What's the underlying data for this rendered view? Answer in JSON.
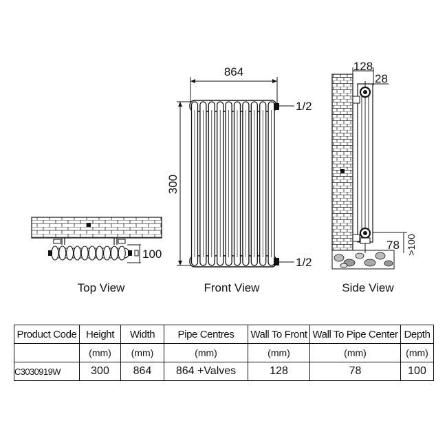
{
  "views": {
    "front": {
      "caption": "Front View",
      "width_label": "864",
      "height_label": "300",
      "top_valve_label": "1/2",
      "bottom_valve_label": "1/2"
    },
    "top": {
      "caption": "Top View",
      "depth_label": "100"
    },
    "side": {
      "caption": "Side View",
      "wall_to_front_label": "128",
      "offset_label": "28",
      "pipe_center_label": "78",
      "floor_clearance_label": ">100"
    }
  },
  "table": {
    "headers": [
      "Product Code",
      "Height",
      "Width",
      "Pipe Centres",
      "Wall To Front",
      "Wall To Pipe Center",
      "Depth"
    ],
    "units": [
      "",
      "(mm)",
      "(mm)",
      "(mm)",
      "(mm)",
      "(mm)",
      "(mm)"
    ],
    "row": [
      "C3030919W",
      "300",
      "864",
      "864 +Valves",
      "128",
      "78",
      "100"
    ]
  }
}
